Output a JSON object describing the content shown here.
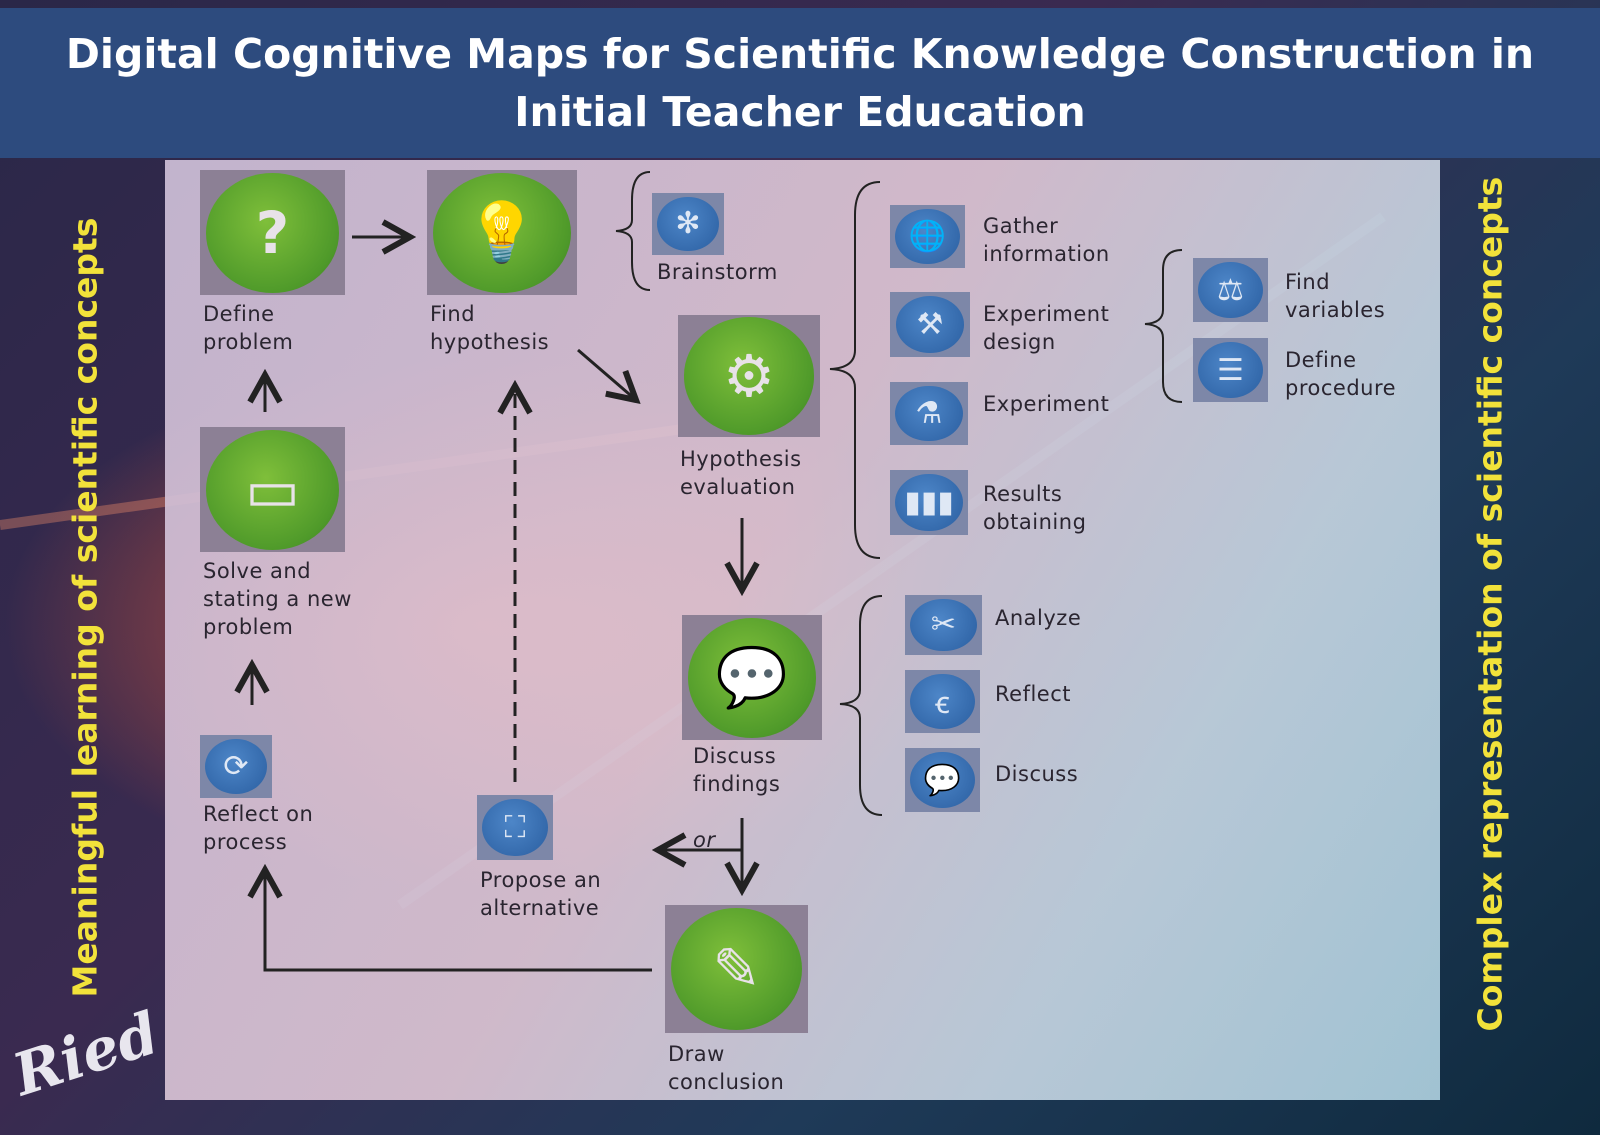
{
  "title": "Digital Cognitive Maps for Scientific Knowledge Construction in Initial Teacher Education",
  "side_left": "Meaningful learning of scientific concepts",
  "side_right": "Complex representation of scientific concepts",
  "signature": "Ried",
  "nodes": {
    "define_problem": "Define\nproblem",
    "find_hypothesis": "Find\nhypothesis",
    "brainstorm": "Brainstorm",
    "hypothesis_evaluation": "Hypothesis\nevaluation",
    "gather_information": "Gather\ninformation",
    "experiment_design": "Experiment\ndesign",
    "experiment": "Experiment",
    "results_obtaining": "Results\nobtaining",
    "find_variables": "Find\nvariables",
    "define_procedure": "Define\nprocedure",
    "solve_new_problem": "Solve and\nstating a new\nproblem",
    "reflect_on_process": "Reflect on\nprocess",
    "discuss_findings": "Discuss\nfindings",
    "analyze": "Analyze",
    "reflect": "Reflect",
    "discuss": "Discuss",
    "propose_alternative": "Propose an\nalternative",
    "draw_conclusion": "Draw\nconclusion",
    "or": "or"
  },
  "colors": {
    "header": "#2d4b7e",
    "side_text": "#f2e23a",
    "green_icon": "#5fa82e",
    "blue_icon": "#3a6fb4"
  }
}
